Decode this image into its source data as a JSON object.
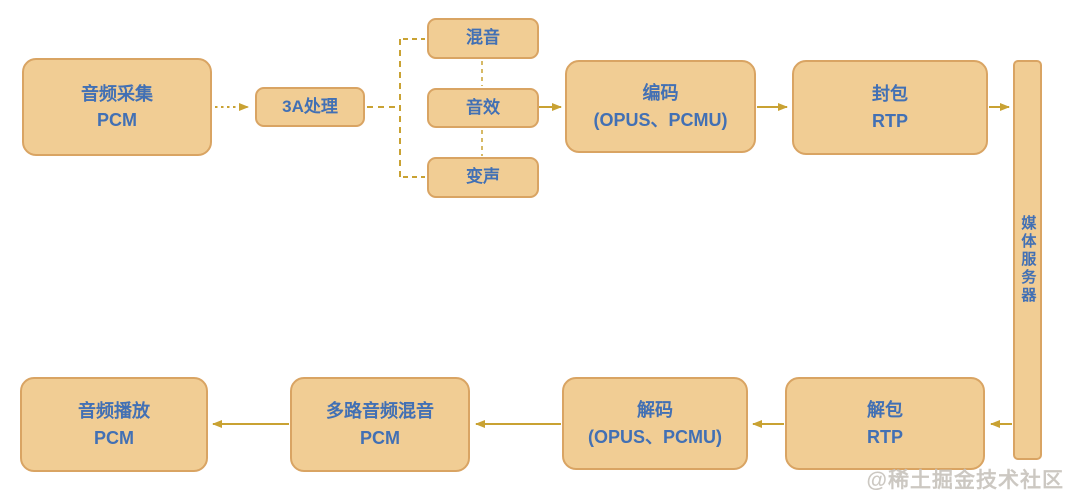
{
  "diagram_title": "audio-rtc-pipeline",
  "colors": {
    "box_fill": "#F1CD94",
    "box_border": "#D9A463",
    "text_blue": "#4270B4",
    "arrow": "#C9A233",
    "watermark": "#C7C3BC",
    "bg": "#FFFFFF"
  },
  "nodes": {
    "capture": {
      "title": "音频采集",
      "subtitle": "PCM"
    },
    "aaa": {
      "title": "3A处理"
    },
    "mixing": {
      "title": "混音"
    },
    "sound_effects": {
      "title": "音效"
    },
    "voice_change": {
      "title": "变声"
    },
    "encode": {
      "title": "编码",
      "subtitle": "(OPUS、PCMU)"
    },
    "packetize": {
      "title": "封包",
      "subtitle": "RTP"
    },
    "media_server": {
      "title": "媒体服务器"
    },
    "depacketize": {
      "title": "解包",
      "subtitle": "RTP"
    },
    "decode": {
      "title": "解码",
      "subtitle": "(OPUS、PCMU)"
    },
    "multi_mix": {
      "title": "多路音频混音",
      "subtitle": "PCM"
    },
    "playback": {
      "title": "音频播放",
      "subtitle": "PCM"
    }
  },
  "edges": [
    {
      "from": "capture",
      "to": "aaa",
      "style": "dashed-arrow"
    },
    {
      "from": "aaa",
      "to": "branch-point",
      "style": "dashed"
    },
    {
      "from": "branch-point",
      "to": "mixing",
      "style": "dashed"
    },
    {
      "from": "branch-point",
      "to": "voice_change",
      "style": "dashed"
    },
    {
      "from": "mixing",
      "to": "sound_effects",
      "style": "dashed"
    },
    {
      "from": "sound_effects",
      "to": "voice_change",
      "style": "dashed"
    },
    {
      "from": "sound_effects",
      "to": "encode",
      "style": "solid-arrow"
    },
    {
      "from": "encode",
      "to": "packetize",
      "style": "solid-arrow"
    },
    {
      "from": "packetize",
      "to": "media_server",
      "style": "solid-arrow"
    },
    {
      "from": "media_server",
      "to": "depacketize",
      "style": "solid-arrow"
    },
    {
      "from": "depacketize",
      "to": "decode",
      "style": "solid-arrow"
    },
    {
      "from": "decode",
      "to": "multi_mix",
      "style": "solid-arrow"
    },
    {
      "from": "multi_mix",
      "to": "playback",
      "style": "solid-arrow"
    }
  ],
  "watermark": "@稀土掘金技术社区"
}
